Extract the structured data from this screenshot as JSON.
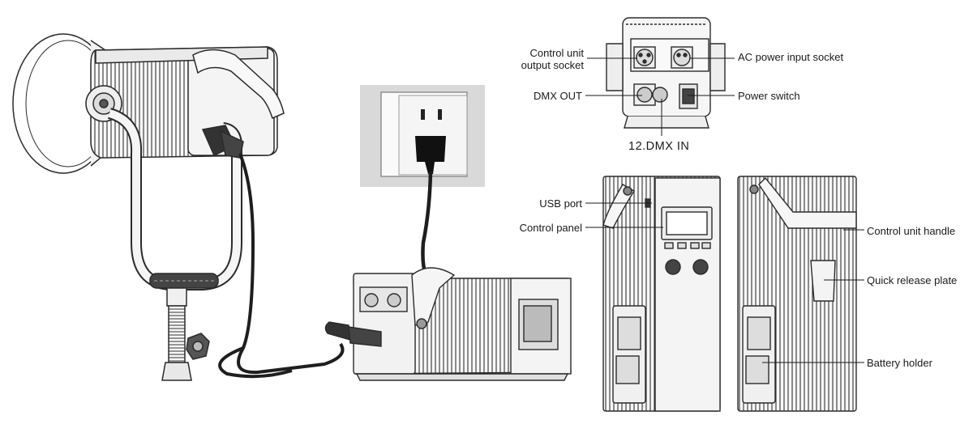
{
  "labels": {
    "control_unit_output_socket_line1": "Control unit",
    "control_unit_output_socket_line2": "output socket",
    "dmx_out": "DMX OUT",
    "ac_power_input_socket": "AC power input socket",
    "power_switch": "Power switch",
    "dmx_in": "12.DMX IN",
    "usb_port": "USB port",
    "control_panel": "Control panel",
    "control_unit_handle": "Control unit handle",
    "quick_release_plate": "Quick release plate",
    "battery_holder": "Battery holder"
  },
  "colors": {
    "line_art": "#2b2b2b",
    "fill_body": "#f2f2f2",
    "outlet_bg": "#d9d9d9",
    "cable": "#1e1e1e"
  }
}
